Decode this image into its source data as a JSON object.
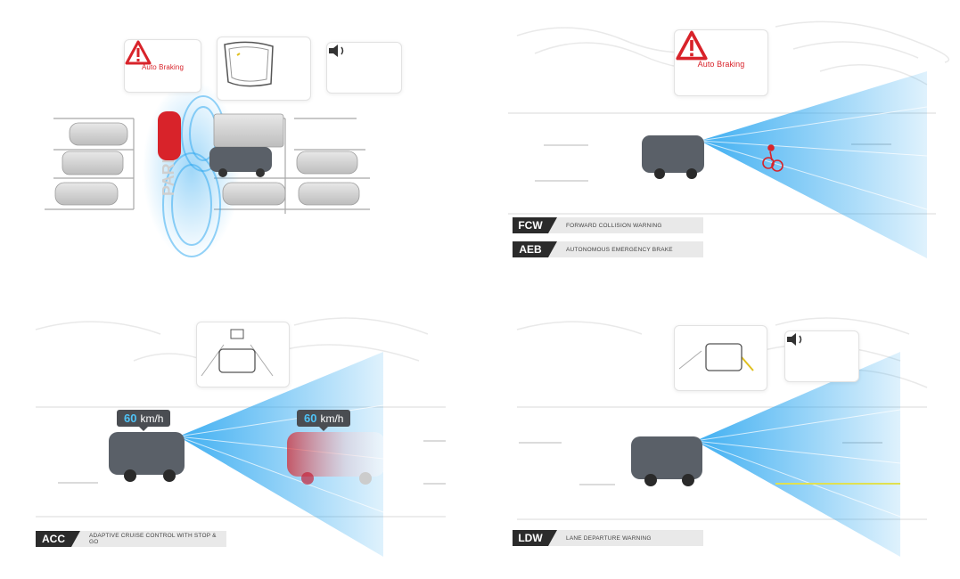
{
  "colors": {
    "warning_red": "#d8232a",
    "sensor_blue": "#2aa6f0",
    "speed_value_blue": "#4fc3f7",
    "car_grey": "#5a6068",
    "lane_yellow": "#e0e050"
  },
  "parking_panel": {
    "auto_braking_icon": "warning-triangle-icon",
    "auto_braking_label": "Auto Braking",
    "mirror_icon": "side-mirror-icon",
    "speaker_icon": "speaker-icon",
    "ground_text": "PARK"
  },
  "fcw_panel": {
    "auto_braking_icon": "warning-triangle-icon",
    "auto_braking_label": "Auto Braking",
    "features": [
      {
        "code": "FCW",
        "name": "FORWARD COLLISION WARNING"
      },
      {
        "code": "AEB",
        "name": "AUTONOMOUS EMERGENCY BRAKE"
      }
    ]
  },
  "acc_panel": {
    "camera_view_icon": "rear-camera-view-icon",
    "own_speed": {
      "value": "60",
      "unit": "km/h"
    },
    "lead_speed": {
      "value": "60",
      "unit": "km/h"
    },
    "feature": {
      "code": "ACC",
      "name": "ADAPTIVE CRUISE CONTROL WITH STOP & GO"
    }
  },
  "ldw_panel": {
    "camera_view_icon": "lane-camera-view-icon",
    "speaker_icon": "speaker-icon",
    "feature": {
      "code": "LDW",
      "name": "LANE DEPARTURE WARNING"
    }
  }
}
